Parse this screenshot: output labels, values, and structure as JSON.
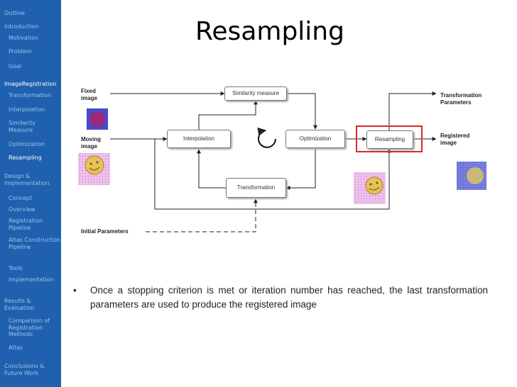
{
  "sidebar": {
    "items": [
      {
        "label": "Outline",
        "level": 0,
        "active": false
      },
      {
        "label": "Introduction",
        "level": 0,
        "active": false
      },
      {
        "label": "Motivation",
        "level": 1,
        "active": false
      },
      {
        "label": "Problem",
        "level": 1,
        "active": false
      },
      {
        "label": "Goal",
        "level": 1,
        "active": false
      },
      {
        "label": "ImageRegistration",
        "level": 0,
        "active": true
      },
      {
        "label": "Transformation",
        "level": 1,
        "active": false
      },
      {
        "label": "Interpolation",
        "level": 1,
        "active": false
      },
      {
        "label": "Similarity Measure",
        "level": 1,
        "active": false
      },
      {
        "label": "Optimization",
        "level": 1,
        "active": false
      },
      {
        "label": "Resampling",
        "level": 1,
        "active": true
      },
      {
        "label": "Design & Implementation",
        "level": 0,
        "active": false
      },
      {
        "label": "Concept",
        "level": 1,
        "active": false
      },
      {
        "label": "Overview",
        "level": 1,
        "active": false
      },
      {
        "label": "Registration Pipeline",
        "level": 1,
        "active": false
      },
      {
        "label": "Atlas Construction Pipeline",
        "level": 1,
        "active": false
      },
      {
        "label": "Tools",
        "level": 1,
        "active": false
      },
      {
        "label": "Implementation",
        "level": 1,
        "active": false
      },
      {
        "label": "Results & Evaluation",
        "level": 0,
        "active": false
      },
      {
        "label": "Comparison of Registration Methods",
        "level": 1,
        "active": false
      },
      {
        "label": "Atlas",
        "level": 1,
        "active": false
      },
      {
        "label": "Conclusions & Future Work",
        "level": 0,
        "active": false
      }
    ]
  },
  "slide": {
    "title": "Resampling",
    "bullet": "Once a stopping criterion is met or iteration number has reached, the last transformation parameters are used to produce the registered image"
  },
  "diagram": {
    "boxes": {
      "similarity": "Similarity measure",
      "interpolation": "Interpolation",
      "optimization": "Optimization",
      "resampling": "Resampling",
      "transformation": "Transformation"
    },
    "labels": {
      "fixed": "Fixed image",
      "moving": "Moving image",
      "initial": "Initial Parameters",
      "transformation_params": "Transformation Parameters",
      "registered": "Registered image"
    }
  },
  "colors": {
    "sidebar_bg": "#1f61ae",
    "sidebar_text": "#9cc3ec",
    "highlight": "#d82a2a"
  }
}
